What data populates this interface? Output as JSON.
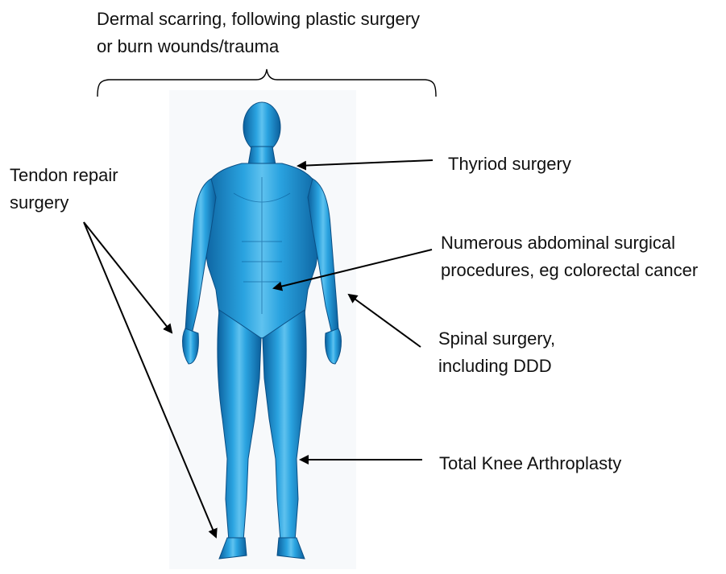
{
  "labels": {
    "dermal_line1": "Dermal scarring, following plastic surgery",
    "dermal_line2": "or burn wounds/trauma",
    "tendon_line1": "Tendon repair",
    "tendon_line2": "surgery",
    "thyroid": "Thyriod surgery",
    "abdominal_line1": "Numerous abdominal surgical",
    "abdominal_line2": "procedures, eg colorectal cancer",
    "spinal_line1": "Spinal surgery,",
    "spinal_line2": "including DDD",
    "knee": "Total Knee Arthroplasty"
  },
  "colors": {
    "body_fill": "#1b8fd0",
    "body_dark": "#0b5f9c",
    "body_light": "#5fc2ef",
    "text": "#111111",
    "arrow": "#000000"
  },
  "figure": {
    "subject": "human-body-anatomy-figure",
    "view": "front"
  }
}
